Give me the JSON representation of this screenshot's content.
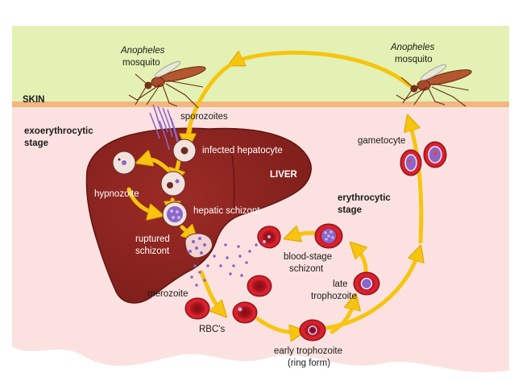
{
  "colors": {
    "sky": "#e3f2b4",
    "skin_band": "#f3b67f",
    "body": "#fbe2e0",
    "liver": "#8e2622",
    "liver_edge": "#5f1513",
    "arrow": "#f7c411",
    "rbc": "#d81f2a",
    "rbc_dark": "#7d0d13",
    "parasite": "#8b66c8",
    "hepatocyte": "#f2e2de"
  },
  "labels": {
    "mosquito_left_line1": "Anopheles",
    "mosquito_left_line2": "mosquito",
    "mosquito_right_line1": "Anopheles",
    "mosquito_right_line2": "mosquito",
    "skin": "SKIN",
    "sporozoites": "sporozoites",
    "exo_line1": "exoerythrocytic",
    "exo_line2": "stage",
    "infected_hepatocyte": "infected hepatocyte",
    "liver": "LIVER",
    "hypnozoite": "hypnozoite",
    "hepatic_schizont": "hepatic schizont",
    "ruptured_line1": "ruptured",
    "ruptured_line2": "schizont",
    "merozoite": "merozoite",
    "rbcs": "RBC's",
    "gametocyte": "gametocyte",
    "ery_line1": "erythrocytic",
    "ery_line2": "stage",
    "blood_schizont_line1": "blood-stage",
    "blood_schizont_line2": "schizont",
    "late_troph_line1": "late",
    "late_troph_line2": "trophozoite",
    "early_troph_line1": "early trophozoite",
    "early_troph_line2": "(ring form)"
  },
  "icons": [
    "mosquito-icon",
    "hepatocyte-icon",
    "red-blood-cell-icon",
    "gametocyte-icon",
    "cycle-arrow-icon"
  ]
}
